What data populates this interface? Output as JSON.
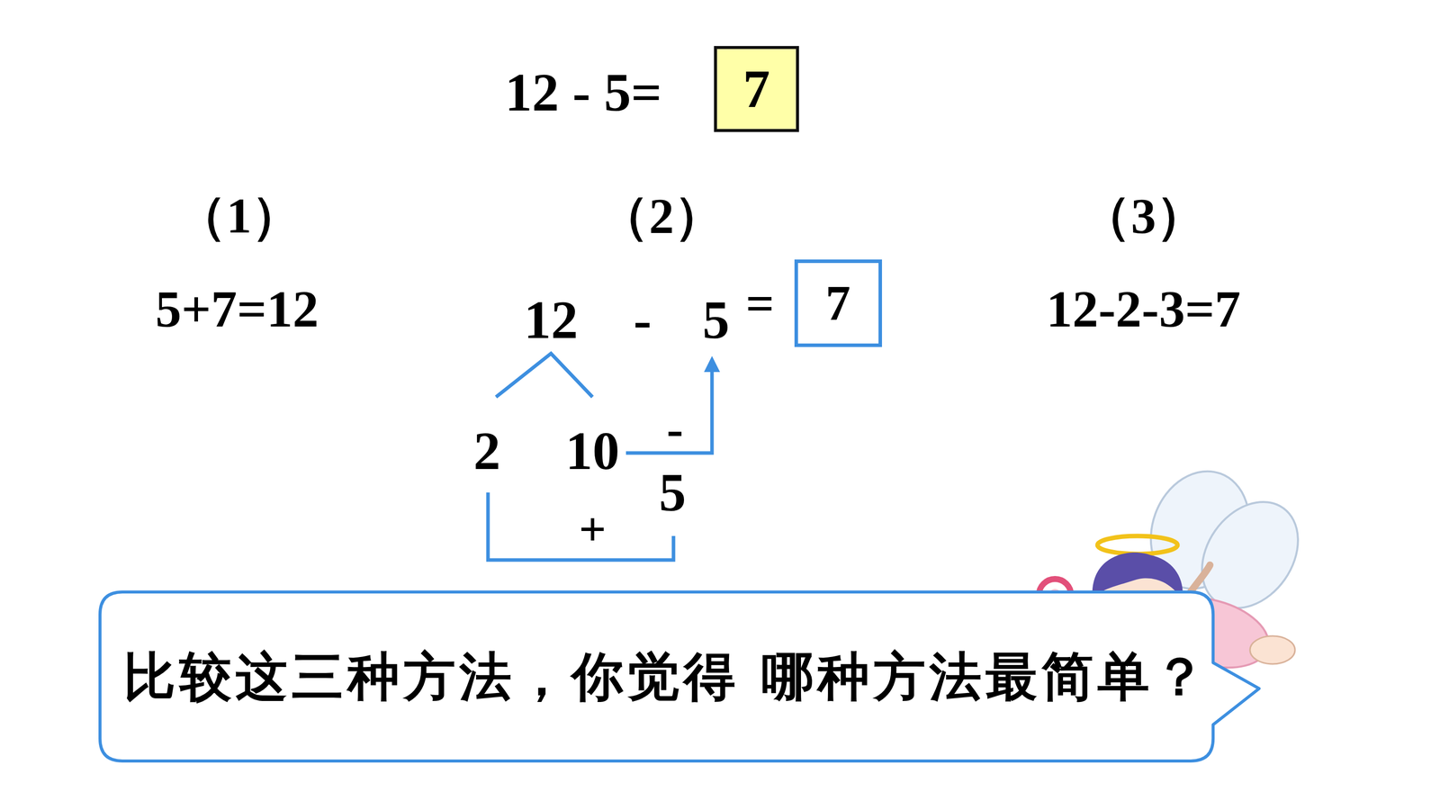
{
  "diagram": {
    "nodes": [
      {
        "text": [
          "7"
        ]
      },
      {
        "text": [
          "7"
        ]
      },
      {
        "text": [
          "比较这三种方法，你觉得 哪种方法最简单？"
        ]
      }
    ],
    "labels": [
      "12 - 5=",
      "（1）",
      "5+7=12",
      "（2）",
      "12",
      "-",
      "5",
      "=",
      "2",
      "10",
      "-",
      "5",
      "+",
      "（3）",
      "12-2-3=7"
    ]
  }
}
